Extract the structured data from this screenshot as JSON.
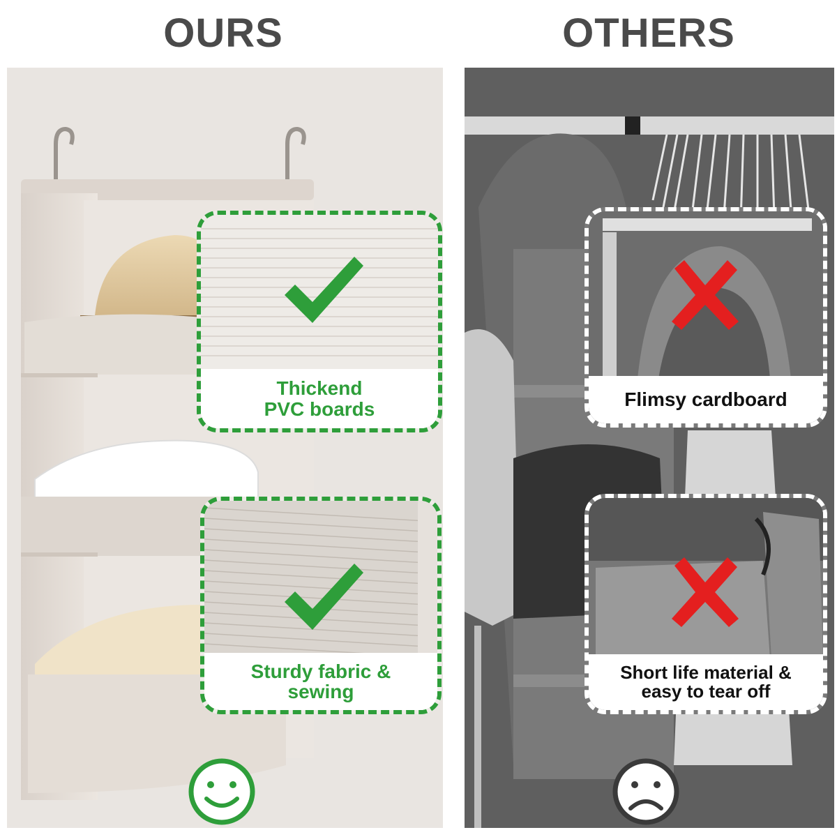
{
  "headings": {
    "left": "OURS",
    "right": "OTHERS"
  },
  "left_callouts": [
    {
      "line1": "Thickend",
      "line2": "PVC boards",
      "icon": "check-icon"
    },
    {
      "line1": "Sturdy fabric &",
      "line2": "sewing",
      "icon": "check-icon"
    }
  ],
  "right_callouts": [
    {
      "line1": "Flimsy cardboard",
      "line2": "",
      "icon": "cross-icon"
    },
    {
      "line1": "Short life material &",
      "line2": "easy to tear off",
      "icon": "cross-icon"
    }
  ],
  "faces": {
    "left": "happy-face-icon",
    "right": "sad-face-icon"
  },
  "colors": {
    "heading": "#4a4a4a",
    "good": "#2e9e3a",
    "bad": "#e41f1f",
    "left_panel": "#e9e5e1",
    "right_panel": "#5f5f5f"
  }
}
